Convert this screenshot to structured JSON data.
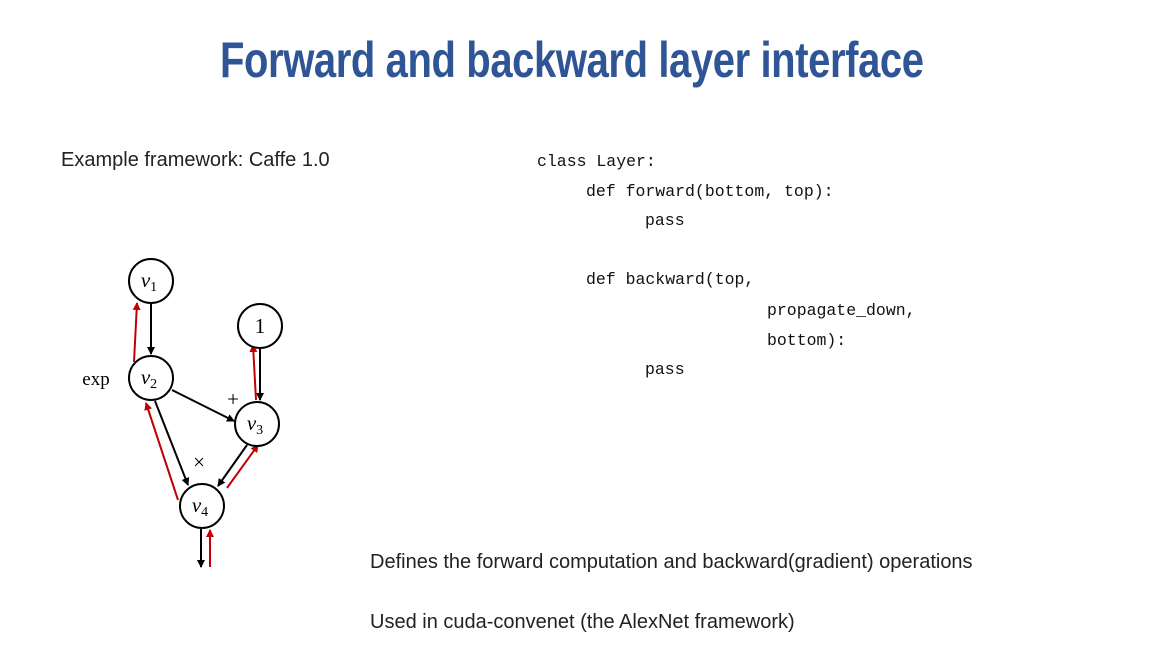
{
  "title": "Forward and backward layer interface",
  "subtitle": "Example framework: Caffe 1.0",
  "code": {
    "lines": [
      "class Layer:",
      "def forward(bottom, top):",
      "pass",
      "def backward(top,",
      "propagate_down,",
      "bottom):",
      "pass"
    ]
  },
  "graph": {
    "nodes": {
      "v1": "v",
      "v1_sub": "1",
      "v2": "v",
      "v2_sub": "2",
      "v3": "v",
      "v3_sub": "3",
      "v4": "v",
      "v4_sub": "4",
      "one": "1"
    },
    "labels": {
      "exp": "exp",
      "plus": "+",
      "times": "×"
    },
    "colors": {
      "forward": "#000000",
      "backward": "#c00000"
    }
  },
  "notes": [
    "Defines the forward computation and backward(gradient) operations",
    "Used in cuda-convenet (the AlexNet framework)"
  ],
  "colors": {
    "title": "#2f5597"
  }
}
